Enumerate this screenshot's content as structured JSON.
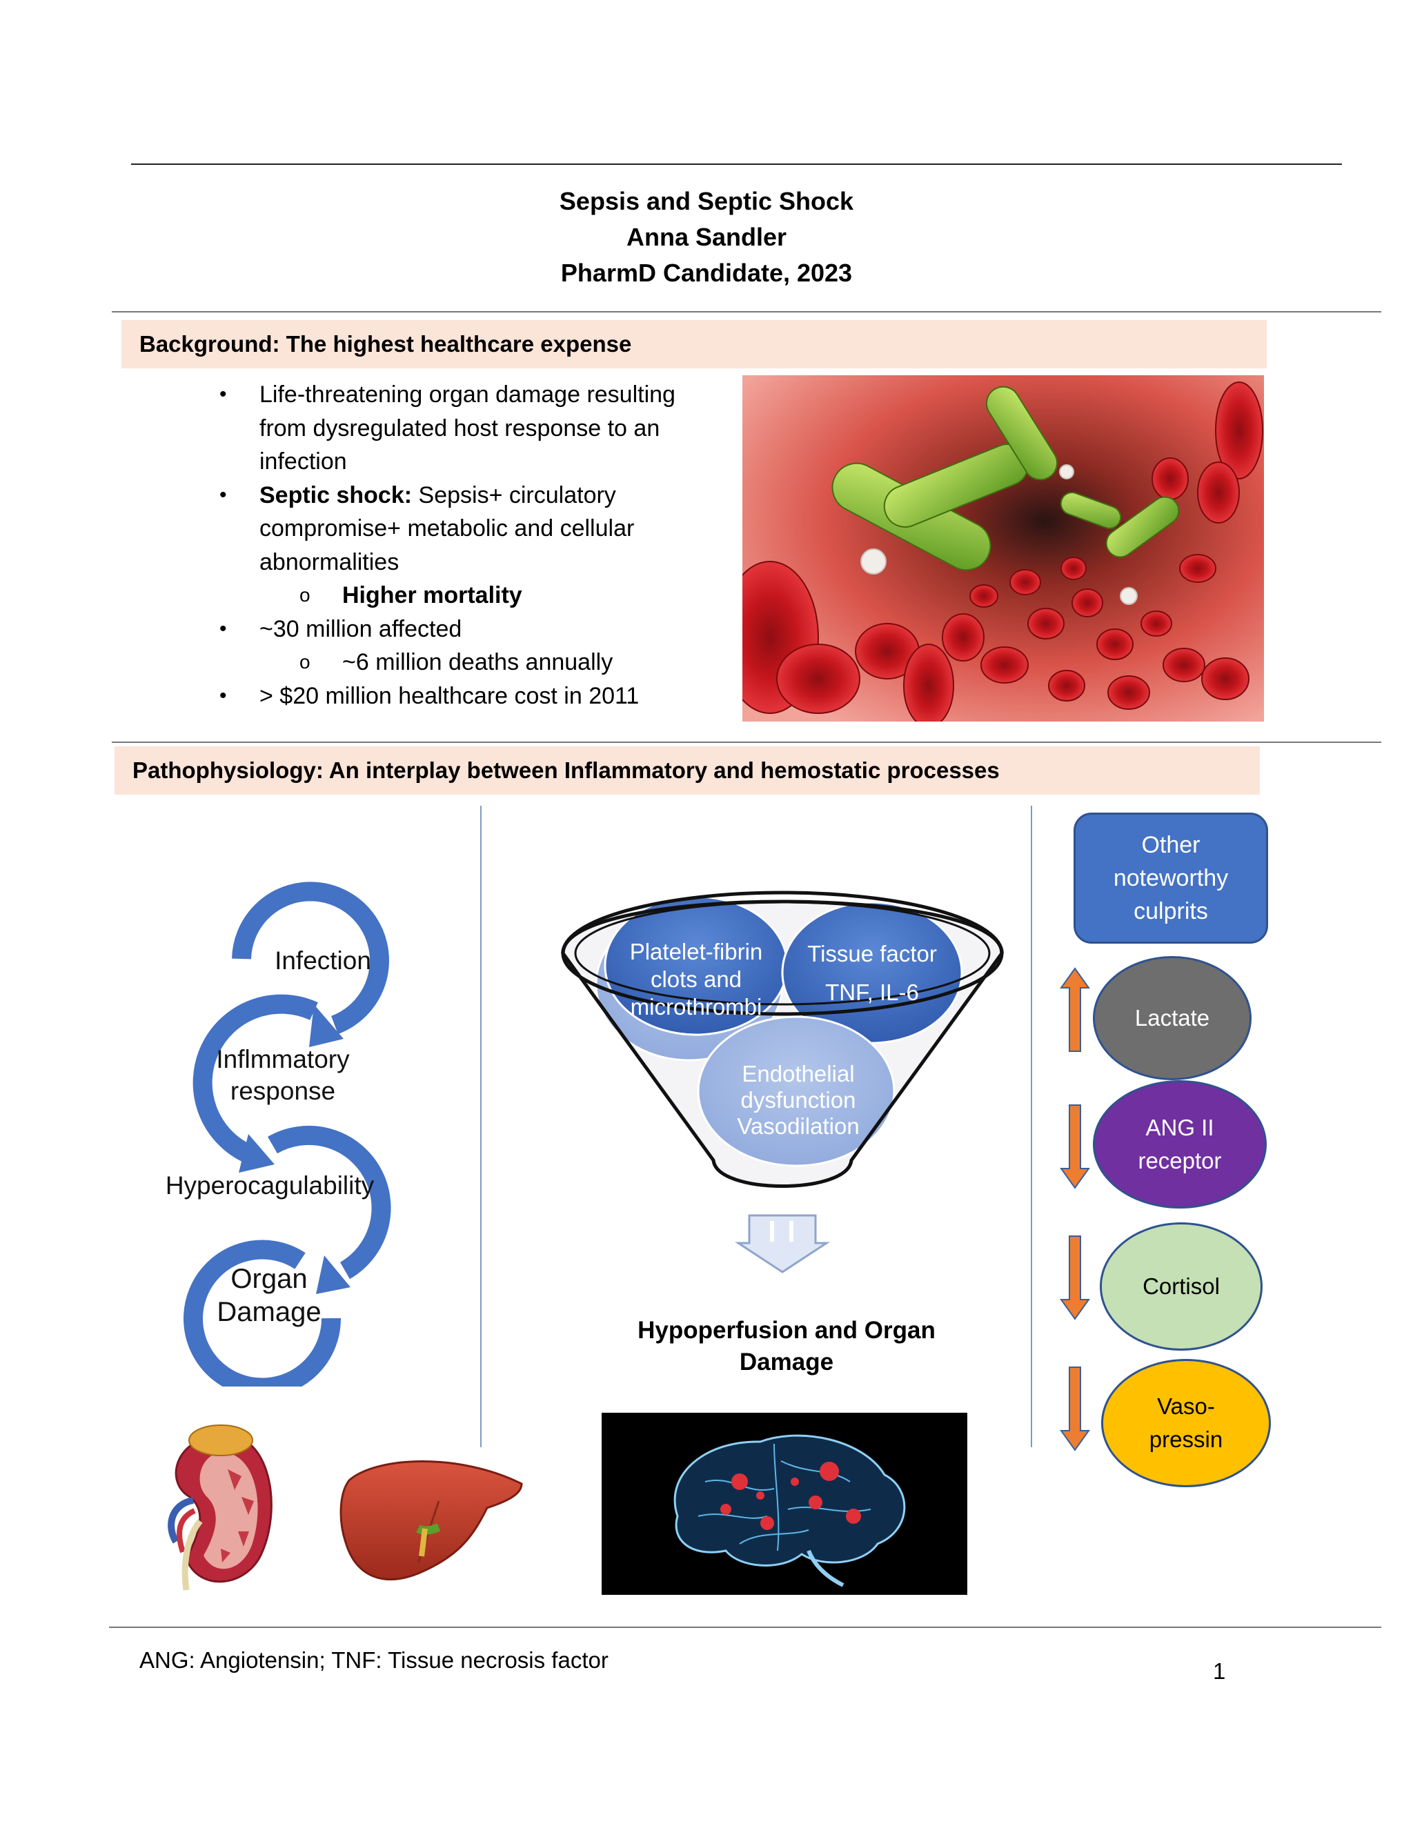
{
  "header": {
    "title": "Sepsis and Septic Shock",
    "author": "Anna Sandler",
    "credential": "PharmD Candidate, 2023"
  },
  "background": {
    "heading": "Background: The highest healthcare expense",
    "bullets": {
      "b1": "Life-threatening organ damage resulting from dysregulated host response to an infection",
      "b2_bold": "Septic shock:",
      "b2_rest": " Sepsis+ circulatory compromise+ metabolic and cellular abnormalities",
      "b2_sub": "Higher mortality",
      "b3": "~30 million affected",
      "b3_sub": "~6 million deaths annually",
      "b4": "> $20 million healthcare cost in 2011"
    },
    "bullet_glyph": "•",
    "sub_glyph": "o"
  },
  "pathophysiology": {
    "heading": "Pathophysiology: An interplay between Inflammatory and hemostatic processes",
    "cycle": {
      "step1": "Infection",
      "step2_l1": "Inflmmatory",
      "step2_l2": "response",
      "step3": "Hyperocagulability",
      "step4_l1": "Organ",
      "step4_l2": "Damage",
      "color": "#4472c4"
    },
    "funnel": {
      "circle1_l1": "Platelet-fibrin",
      "circle1_l2": "clots and",
      "circle1_l3": "microthrombi",
      "circle2_l1": "Tissue factor",
      "circle2_l2": "TNF, IL-6",
      "circle3_l1": "Endothelial",
      "circle3_l2": "dysfunction",
      "circle3_l3": "Vasodilation"
    },
    "outcome": "Hypoperfusion and Organ Damage",
    "culprits": {
      "title": "Other noteworthy culprits",
      "items": [
        {
          "label": "Lactate",
          "direction": "up",
          "color": "#6e6e6e",
          "text_color": "#ffffff"
        },
        {
          "label": "ANG II receptor",
          "direction": "down",
          "color": "#7030a0",
          "text_color": "#ffffff"
        },
        {
          "label": "Cortisol",
          "direction": "down",
          "color": "#c5e0b4",
          "text_color": "#000000"
        },
        {
          "label": "Vaso-pressin",
          "direction": "down",
          "color": "#ffc000",
          "text_color": "#000000"
        }
      ],
      "arrow_color": "#ed7d31"
    }
  },
  "footer": {
    "footnote": "ANG: Angiotensin; TNF: Tissue necrosis factor",
    "page_number": "1"
  }
}
